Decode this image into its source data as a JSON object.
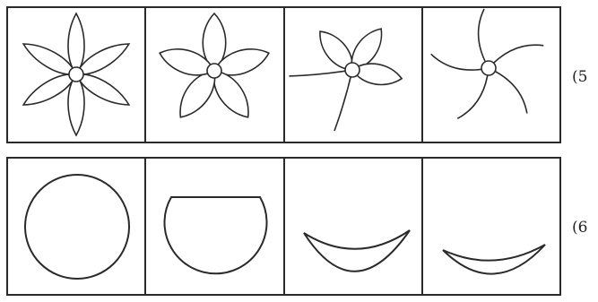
{
  "rows": [
    {
      "label": "(5",
      "figures": [
        "flower-six-petals",
        "flower-five-petals",
        "flower-three-petals-two-curved-strokes",
        "flower-five-curved-strokes"
      ]
    },
    {
      "label": "(6",
      "figures": [
        "full-circle",
        "circle-cut-at-top",
        "thick-crescent",
        "thin-crescent"
      ]
    }
  ],
  "colors": {
    "stroke": "#2a2a2a",
    "background": "#ffffff"
  }
}
